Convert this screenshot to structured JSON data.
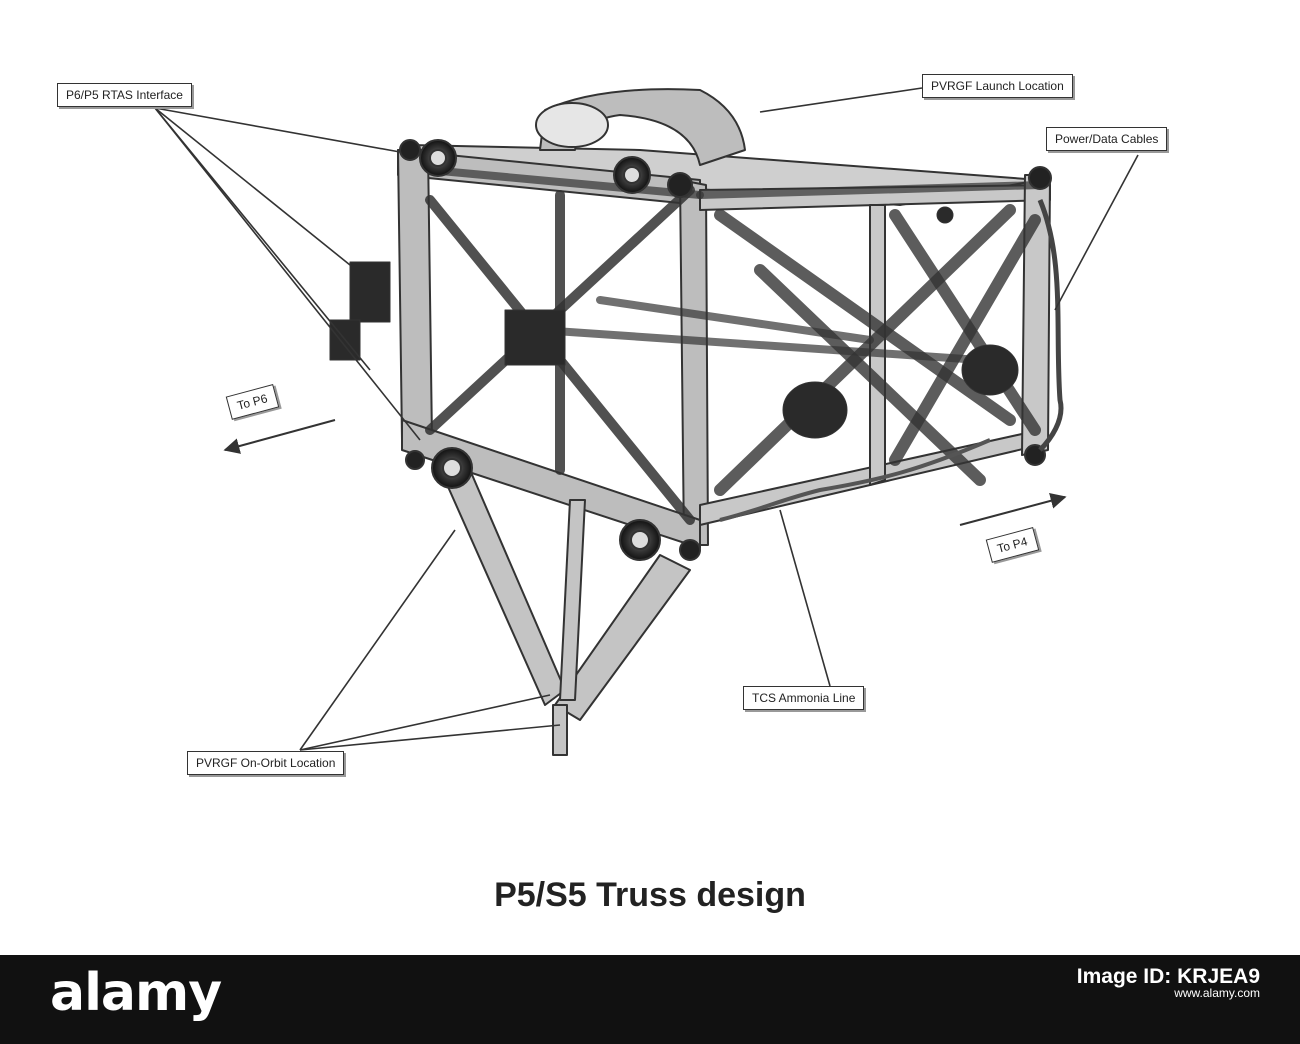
{
  "labels": {
    "rtas_interface": "P6/P5 RTAS Interface",
    "launch_location": "PVRGF Launch Location",
    "power_data_cables": "Power/Data Cables",
    "to_p6": "To P6",
    "to_p4": "To P4",
    "tcs_ammonia_line": "TCS Ammonia Line",
    "onorbit_location": "PVRGF On-Orbit Location"
  },
  "caption": "P5/S5 Truss design",
  "footer": {
    "logo": "alamy",
    "image_id": "Image ID: KRJEA9",
    "site": "www.alamy.com"
  }
}
